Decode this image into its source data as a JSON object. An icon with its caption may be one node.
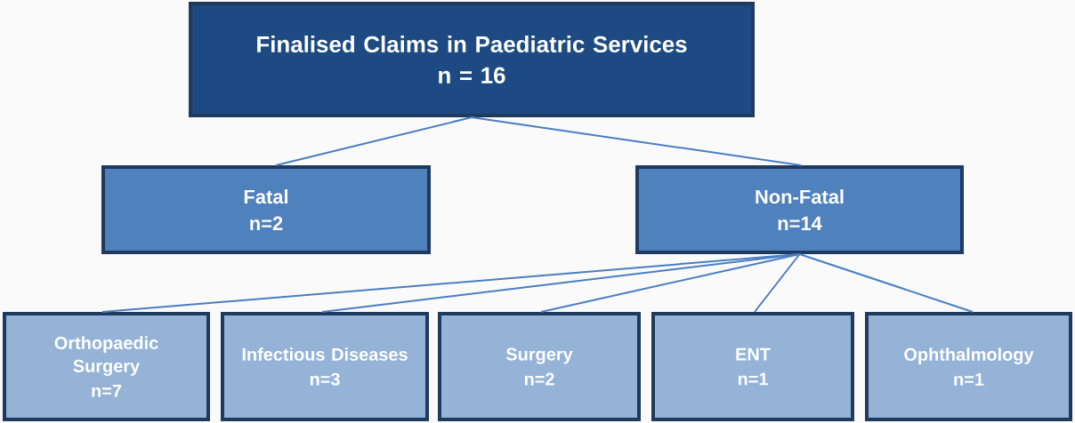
{
  "diagram": {
    "nodes": [
      {
        "text": [
          "Finalised Claims in Paediatric Services",
          "n = 16"
        ]
      },
      {
        "text": [
          "Fatal",
          "n=2"
        ]
      },
      {
        "text": [
          "Non-Fatal",
          "n=14"
        ]
      },
      {
        "text": [
          "Orthopaedic Surgery",
          "n=7"
        ]
      },
      {
        "text": [
          "Infectious Diseases",
          "n=3"
        ]
      },
      {
        "text": [
          "Surgery",
          "n=2"
        ]
      },
      {
        "text": [
          "ENT",
          "n=1"
        ]
      },
      {
        "text": [
          "Ophthalmology",
          "n=1"
        ]
      }
    ],
    "edges": [
      {
        "from": 0,
        "to": 1,
        "arrow": "none"
      },
      {
        "from": 0,
        "to": 2,
        "arrow": "none"
      },
      {
        "from": 2,
        "to": 3,
        "arrow": "none"
      },
      {
        "from": 2,
        "to": 4,
        "arrow": "none"
      },
      {
        "from": 2,
        "to": 5,
        "arrow": "none"
      },
      {
        "from": 2,
        "to": 6,
        "arrow": "none"
      },
      {
        "from": 2,
        "to": 7,
        "arrow": "none"
      }
    ]
  }
}
